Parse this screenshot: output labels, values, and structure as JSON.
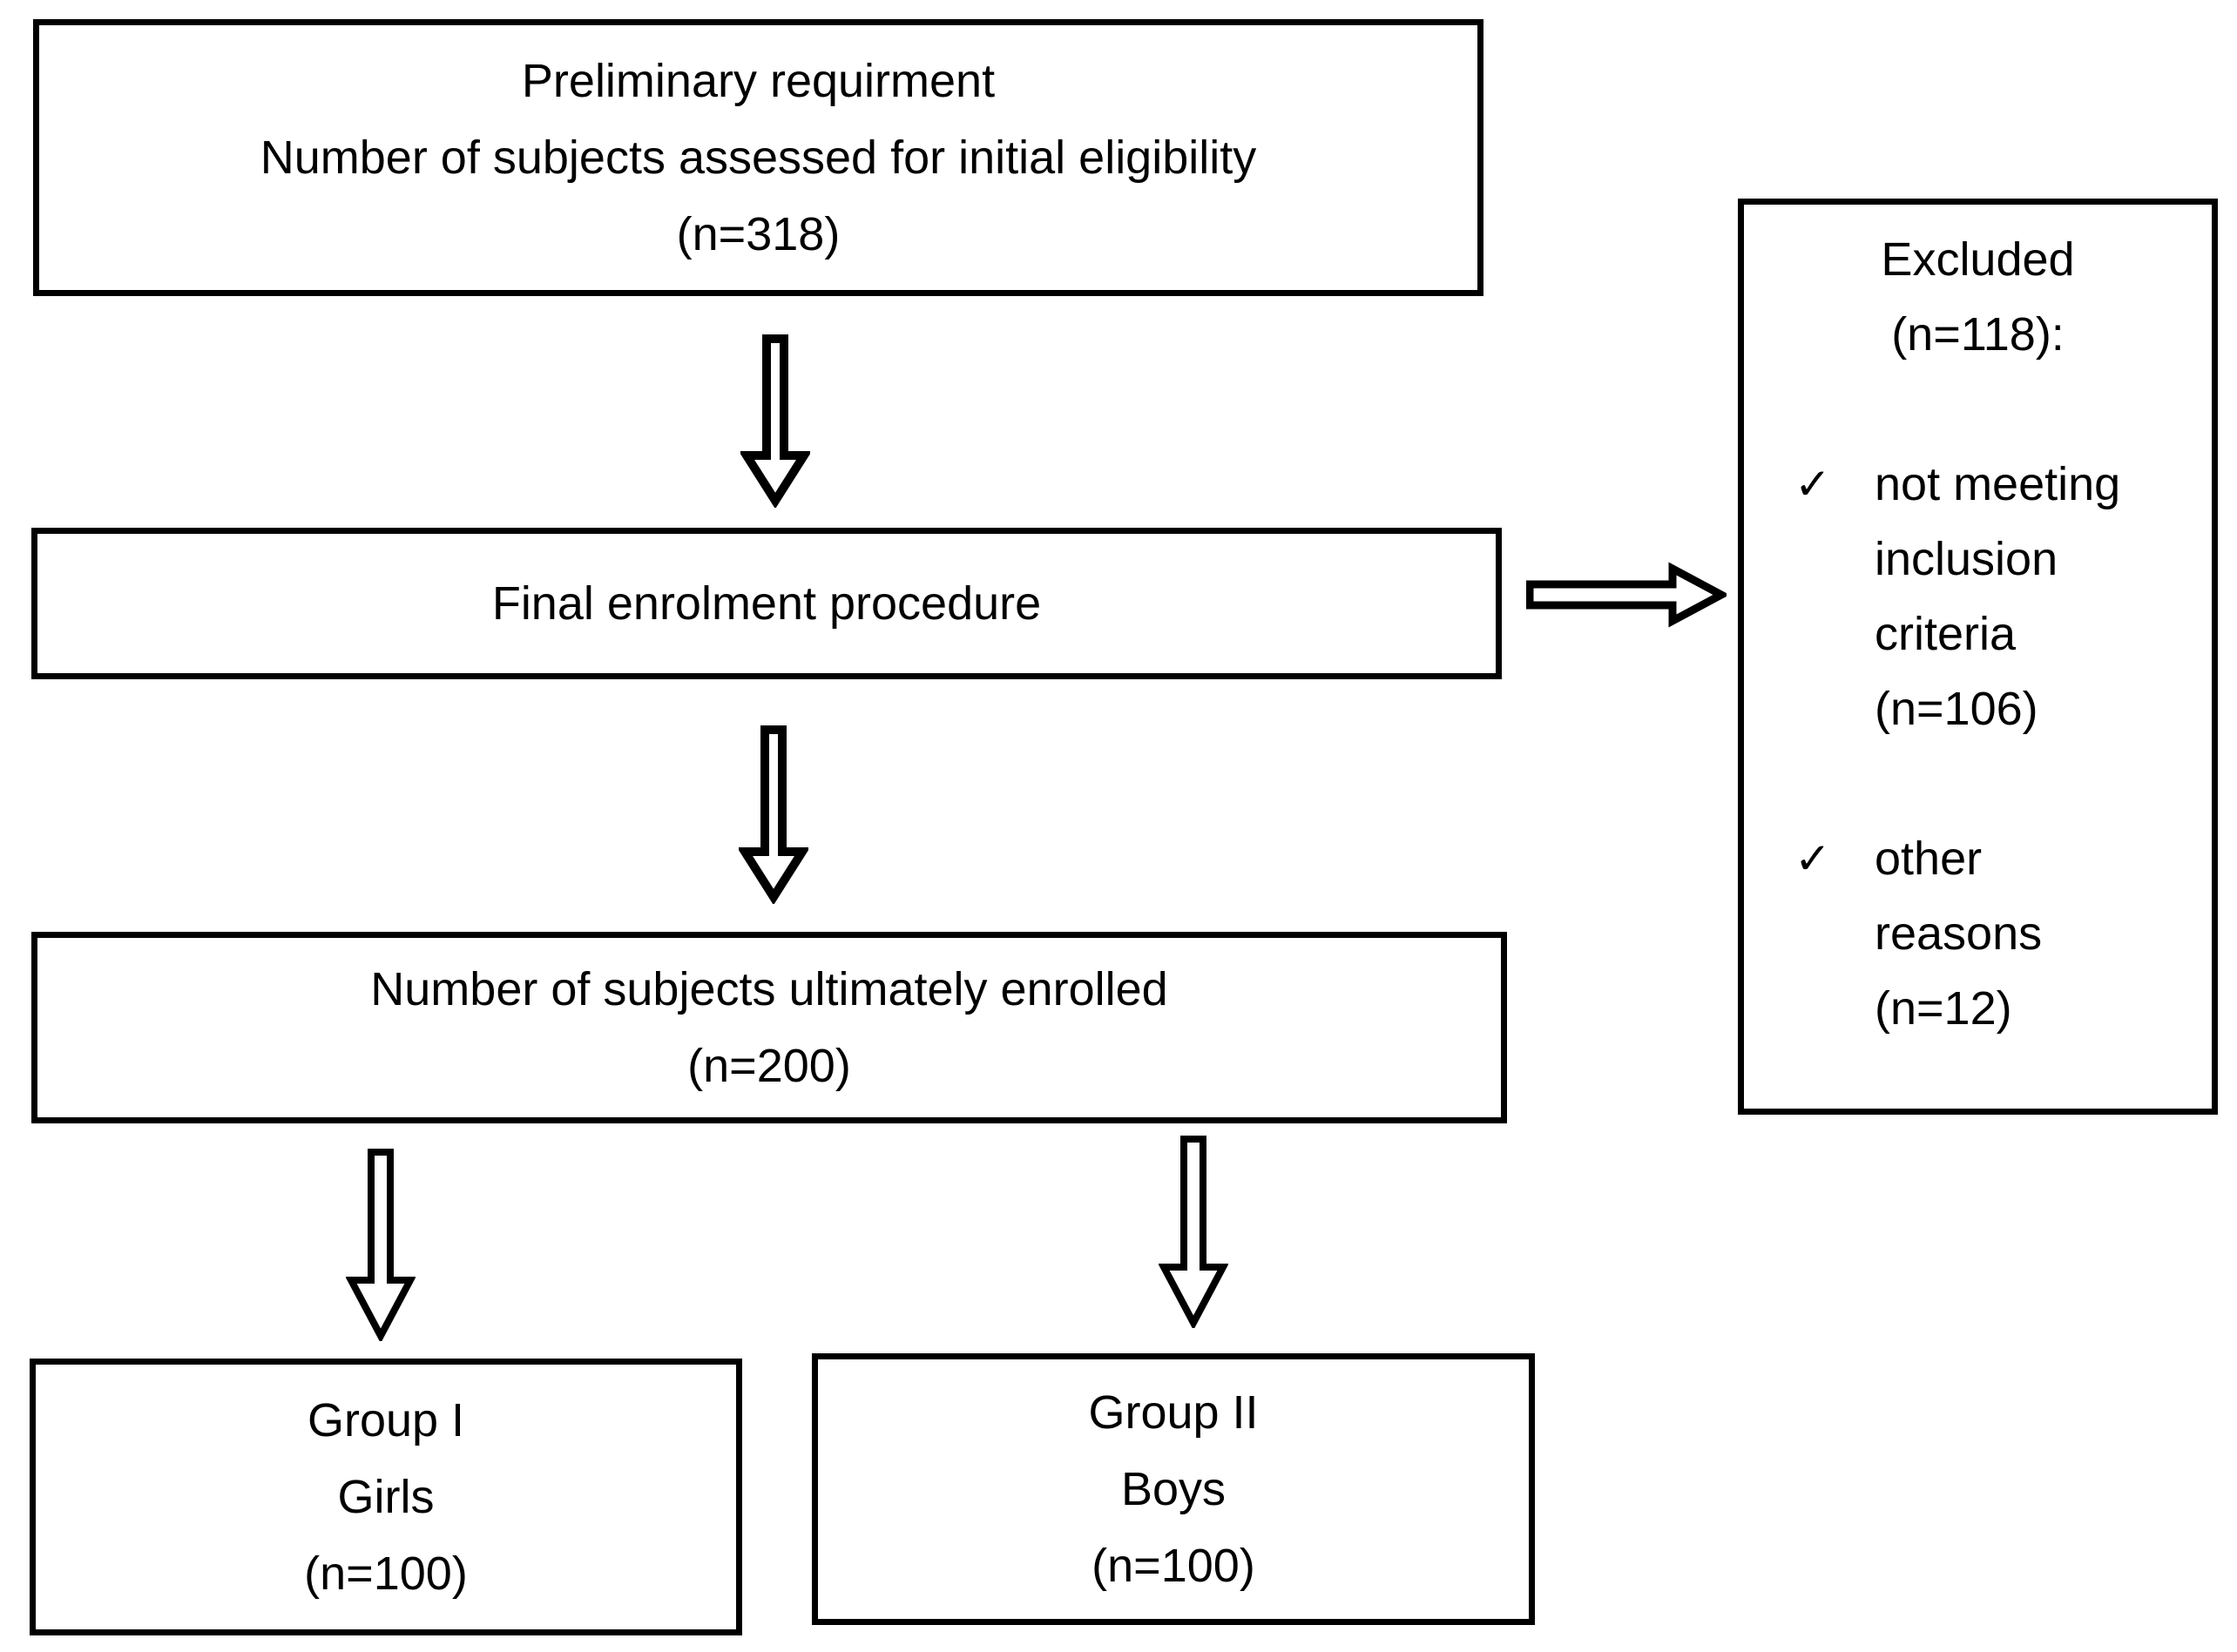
{
  "diagram": {
    "background_color": "#ffffff",
    "line_color": "#000000",
    "boxes": {
      "preliminary": {
        "lines": [
          "Preliminary requirment",
          "Number of subjects assessed for initial eligibility",
          "(n=318)"
        ]
      },
      "final_enrolment": {
        "lines": [
          "Final enrolment procedure"
        ]
      },
      "enrolled": {
        "lines": [
          "Number of subjects ultimately enrolled",
          "(n=200)"
        ]
      },
      "group_i": {
        "lines": [
          "Group I",
          "Girls",
          "(n=100)"
        ]
      },
      "group_ii": {
        "lines": [
          "Group II",
          "Boys",
          "(n=100)"
        ]
      },
      "excluded": {
        "title_lines": [
          "Excluded",
          "(n=118):"
        ],
        "check_char": "✓",
        "items": [
          {
            "lines": [
              "not meeting",
              "inclusion",
              "criteria",
              "(n=106)"
            ]
          },
          {
            "lines": [
              "other",
              "reasons",
              "(n=12)"
            ]
          }
        ]
      }
    }
  }
}
